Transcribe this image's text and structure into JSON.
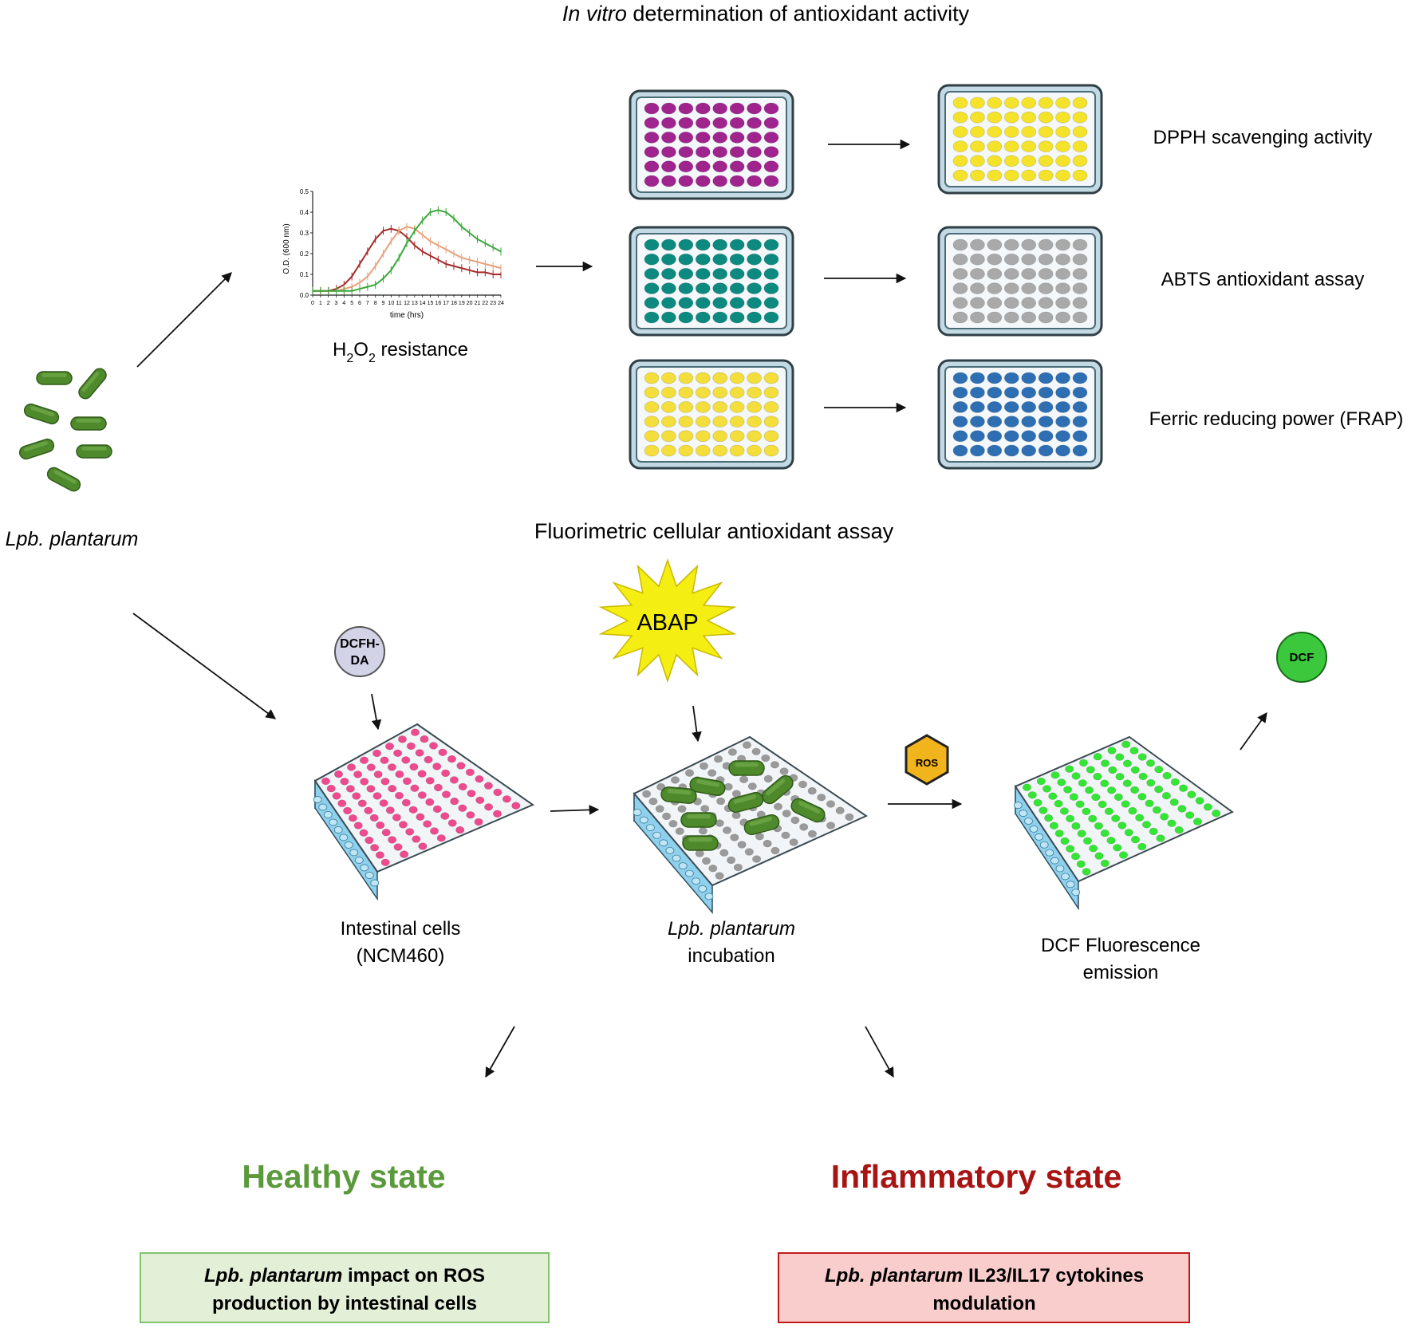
{
  "title": {
    "italic": "In vitro",
    "rest": " determination of antioxidant activity"
  },
  "bacteria_label": "Lpb. plantarum",
  "h2o2_chart": {
    "ylabel": "O.D. (600 nm)",
    "xlabel": "time (hrs)",
    "caption": {
      "h": "H",
      "sub2a": "2",
      "o": "O",
      "sub2b": "2",
      "rest": " resistance"
    },
    "chart_data": {
      "type": "line",
      "xlabel": "time (hrs)",
      "ylabel": "O.D. (600 nm)",
      "xlim": [
        0,
        24
      ],
      "ylim": [
        0,
        0.5
      ],
      "y_ticks": [
        "0.0",
        "0.1",
        "0.2",
        "0.3",
        "0.4",
        "0.5"
      ],
      "x_ticks": [
        "0",
        "1",
        "2",
        "3",
        "4",
        "5",
        "6",
        "7",
        "8",
        "9",
        "10",
        "11",
        "12",
        "13",
        "14",
        "15",
        "16",
        "17",
        "18",
        "19",
        "20",
        "21",
        "22",
        "23",
        "24"
      ],
      "x": [
        0,
        1,
        2,
        3,
        4,
        5,
        6,
        7,
        8,
        9,
        10,
        11,
        12,
        13,
        14,
        15,
        16,
        17,
        18,
        19,
        20,
        21,
        22,
        23,
        24
      ],
      "series": [
        {
          "color": "#a52a2a",
          "values": [
            0.02,
            0.02,
            0.02,
            0.03,
            0.05,
            0.09,
            0.15,
            0.21,
            0.27,
            0.31,
            0.32,
            0.31,
            0.28,
            0.24,
            0.21,
            0.19,
            0.17,
            0.15,
            0.14,
            0.13,
            0.12,
            0.11,
            0.11,
            0.1,
            0.1
          ]
        },
        {
          "color": "#e8a07a",
          "values": [
            0.02,
            0.02,
            0.02,
            0.02,
            0.03,
            0.04,
            0.06,
            0.09,
            0.14,
            0.2,
            0.26,
            0.31,
            0.33,
            0.32,
            0.29,
            0.26,
            0.24,
            0.22,
            0.2,
            0.18,
            0.17,
            0.16,
            0.15,
            0.14,
            0.13
          ]
        },
        {
          "color": "#3aa83a",
          "values": [
            0.02,
            0.02,
            0.02,
            0.02,
            0.02,
            0.02,
            0.03,
            0.04,
            0.05,
            0.08,
            0.12,
            0.18,
            0.25,
            0.31,
            0.36,
            0.4,
            0.41,
            0.4,
            0.37,
            0.33,
            0.3,
            0.27,
            0.25,
            0.23,
            0.21
          ]
        }
      ]
    }
  },
  "assays": [
    {
      "label": "DPPH scavenging activity",
      "before_color": "#a0248e",
      "after_color": "#f4e32a"
    },
    {
      "label": "ABTS antioxidant assay",
      "before_color": "#0d8a80",
      "after_color": "#a9a9a9"
    },
    {
      "label": "Ferric reducing power (FRAP)",
      "before_color": "#f3de3c",
      "after_color": "#2e6fb4"
    }
  ],
  "fluor_title": "Fluorimetric cellular antioxidant assay",
  "dcfh_badge": {
    "line1": "DCFH-",
    "line2": "DA"
  },
  "abap_label": "ABAP",
  "ros_label": "ROS",
  "dcf_label": "DCF",
  "plate_colors": {
    "intestinal": "#ef4a8e",
    "incubation": "#9a9a9a",
    "fluorescence": "#33e633",
    "bacteria": "#4e8a2b"
  },
  "step_labels": {
    "intestinal_1": "Intestinal cells",
    "intestinal_2": "(NCM460)",
    "incubation_1": "Lpb. plantarum",
    "incubation_2": "incubation",
    "fluor_1": "DCF Fluorescence",
    "fluor_2": "emission"
  },
  "states": {
    "healthy": {
      "title": "Healthy state",
      "color": "#5a9a3a",
      "box_italic": "Lpb. plantarum",
      "box_rest": " impact on ROS",
      "box_line2": "production by intestinal cells"
    },
    "inflammatory": {
      "title": "Inflammatory state",
      "color": "#a81414",
      "box_italic": "Lpb. plantarum",
      "box_rest": " IL23/IL17 cytokines",
      "box_line2": "modulation"
    }
  }
}
